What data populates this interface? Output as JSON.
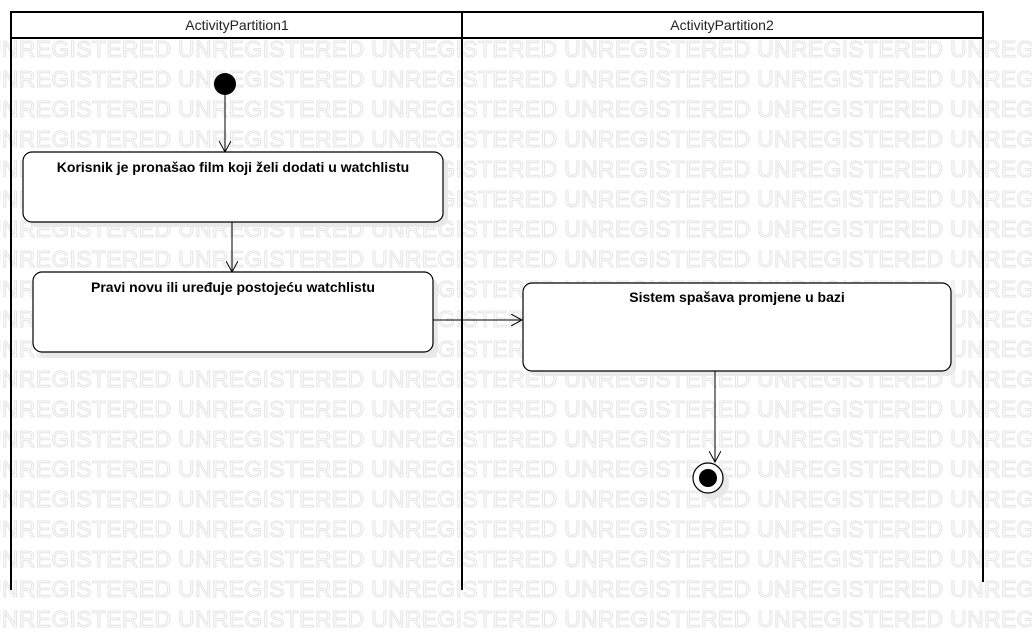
{
  "watermark": "UNREGISTERED",
  "partitions": [
    {
      "title": "ActivityPartition1"
    },
    {
      "title": "ActivityPartition2"
    }
  ],
  "actions": [
    {
      "id": "a1",
      "label": "Korisnik je pronašao film koji želi dodati u watchlistu"
    },
    {
      "id": "a2",
      "label": "Pravi novu ili uređuje postojeću watchlistu"
    },
    {
      "id": "a3",
      "label": "Sistem spašava promjene u bazi"
    }
  ],
  "nodes": {
    "initial": "initial-node",
    "final": "final-node"
  },
  "flows": [
    {
      "from": "initial",
      "to": "a1"
    },
    {
      "from": "a1",
      "to": "a2"
    },
    {
      "from": "a2",
      "to": "a3"
    },
    {
      "from": "a3",
      "to": "final"
    }
  ],
  "colors": {
    "line": "#000000",
    "watermark": "#e4e4e4",
    "background": "#ffffff"
  }
}
